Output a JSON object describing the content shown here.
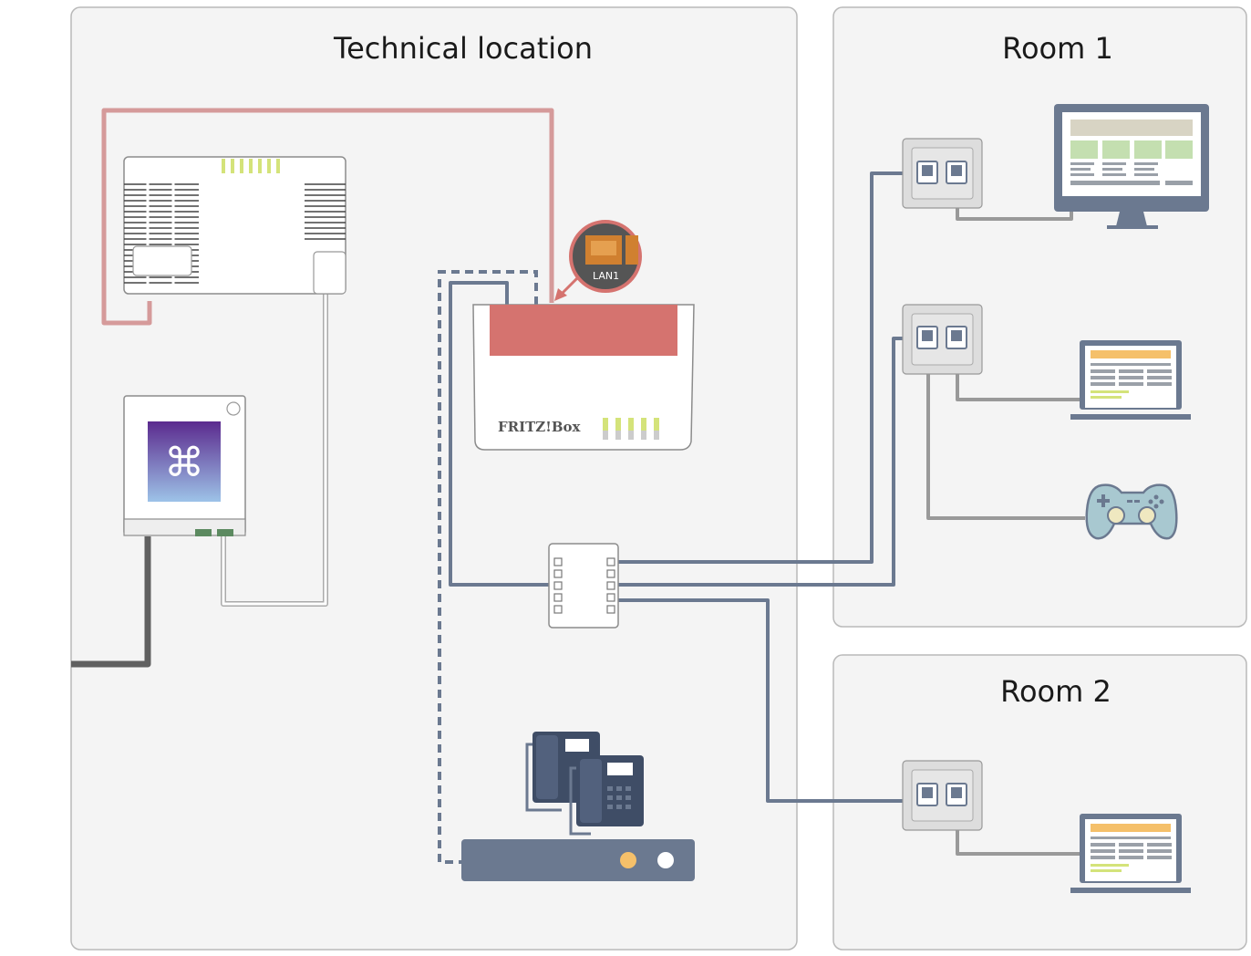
{
  "panels": {
    "technical": {
      "title": "Technical location"
    },
    "room1": {
      "title": "Room 1"
    },
    "room2": {
      "title": "Room 2"
    }
  },
  "router": {
    "brand": "FRITZ!Box",
    "port_callout": "LAN1"
  },
  "colors": {
    "panel_bg": "#f4f4f4",
    "panel_border": "#b9b9b9",
    "network_cable": "#6b7990",
    "dsl_cable": "#d59a9a",
    "router_top": "#d5736f",
    "device_cable": "#999999",
    "ground_cable": "#606060",
    "led_green": "#d4e37a"
  },
  "icons": [
    "modem-icon",
    "media-converter-icon",
    "router-icon",
    "patch-panel-icon",
    "wall-socket-icon",
    "monitor-icon",
    "laptop-icon",
    "gamepad-icon",
    "desk-phone-icon",
    "pbx-icon"
  ]
}
